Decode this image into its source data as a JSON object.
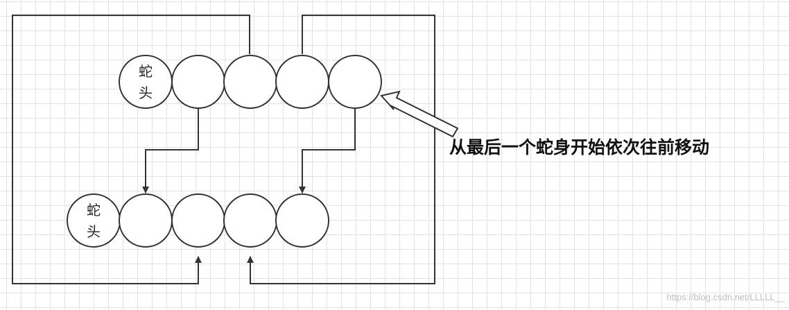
{
  "nodes": {
    "top_head_line1": "蛇",
    "top_head_line2": "头",
    "bottom_head_line1": "蛇",
    "bottom_head_line2": "头"
  },
  "caption": "从最后一个蛇身开始依次往前移动",
  "watermark": "https://blog.csdn.net/LLLLL__",
  "colors": {
    "stroke": "#333333",
    "node_fill": "#ffffff",
    "grid": "#e3e3e3"
  }
}
